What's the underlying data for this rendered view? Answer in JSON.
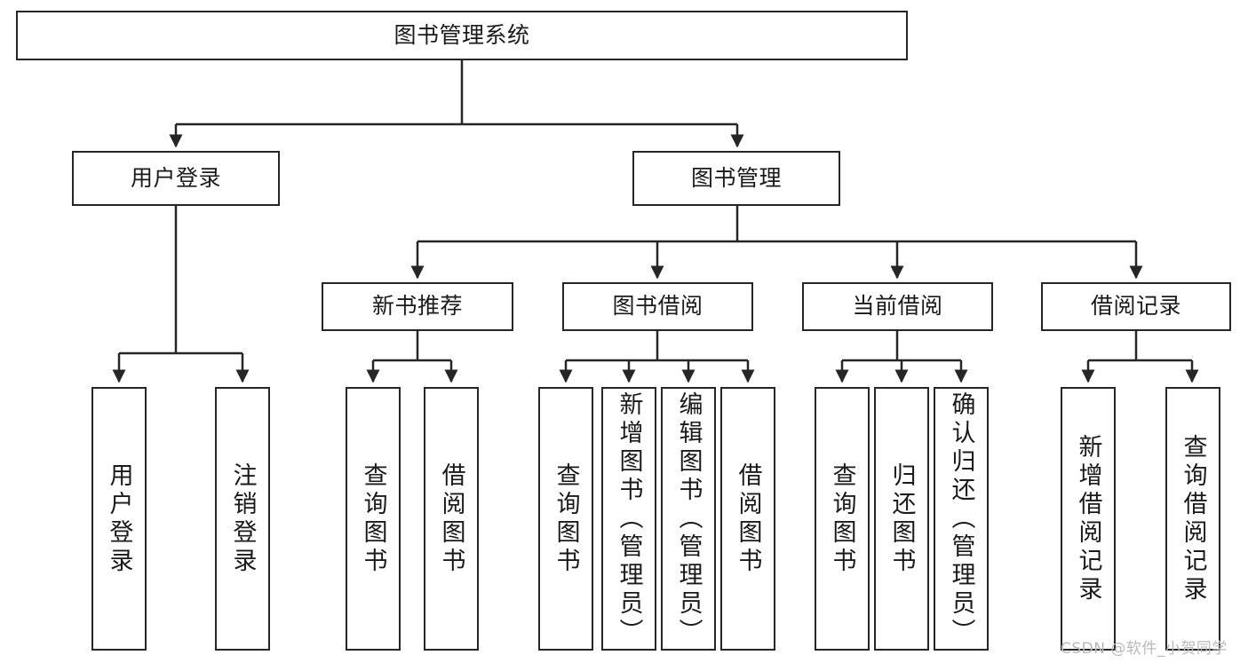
{
  "diagram": {
    "title": "图书管理系统",
    "type": "tree-hierarchy",
    "orientation": "top-down",
    "colors": {
      "box_border": "#262626",
      "box_fill": "#ffffff",
      "connector": "#262626",
      "text": "#1a1a1a",
      "watermark": "#b9b9b9",
      "background": "#ffffff"
    },
    "root": {
      "label": "图书管理系统"
    },
    "level2": [
      {
        "label": "用户登录"
      },
      {
        "label": "图书管理"
      }
    ],
    "level3": [
      {
        "label": "新书推荐"
      },
      {
        "label": "图书借阅"
      },
      {
        "label": "当前借阅"
      },
      {
        "label": "借阅记录"
      }
    ],
    "leaves": {
      "user_login": [
        {
          "label": "用户登录"
        },
        {
          "label": "注销登录"
        }
      ],
      "new_book_recommend": [
        {
          "label": "查询图书"
        },
        {
          "label": "借阅图书"
        }
      ],
      "book_borrow": [
        {
          "label": "查询图书"
        },
        {
          "label": "新增图书（管理员）"
        },
        {
          "label": "编辑图书（管理员）"
        },
        {
          "label": "借阅图书"
        }
      ],
      "current_borrow": [
        {
          "label": "查询图书"
        },
        {
          "label": "归还图书"
        },
        {
          "label": "确认归还（管理员）"
        }
      ],
      "borrow_record": [
        {
          "label": "新增借阅记录"
        },
        {
          "label": "查询借阅记录"
        }
      ]
    }
  },
  "watermark": {
    "text": "CSDN @软件_小贺同学"
  }
}
